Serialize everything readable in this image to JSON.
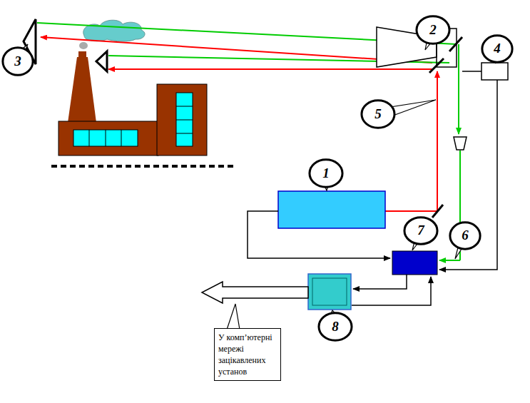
{
  "diagram": {
    "nodes": [
      {
        "text": [
          "2"
        ]
      },
      {
        "text": [
          "4"
        ]
      },
      {
        "text": [
          "3"
        ]
      },
      {
        "text": [
          "5"
        ]
      },
      {
        "text": [
          "1"
        ]
      },
      {
        "text": [
          "7"
        ]
      },
      {
        "text": [
          "6"
        ]
      },
      {
        "text": [
          "8"
        ]
      },
      {
        "text": [
          "У комп’ютерні мережі зацікавлених установ"
        ]
      }
    ]
  }
}
